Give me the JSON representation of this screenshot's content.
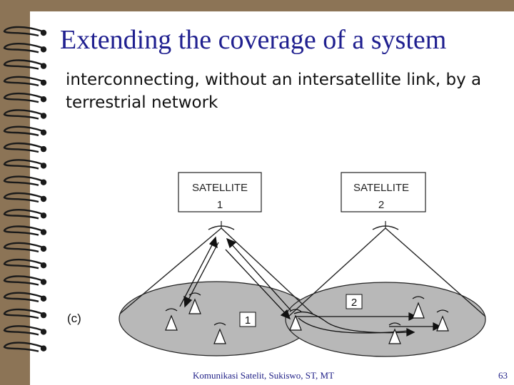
{
  "slide": {
    "title": "Extending the coverage of a system",
    "subtitle": "interconnecting, without an intersatellite link, by a terrestrial network",
    "footer": "Komunikasi Satelit, Sukiswo, ST, MT",
    "page_number": "63"
  },
  "diagram": {
    "panel_label": "(c)",
    "satellites": [
      {
        "label": "SATELLITE",
        "number": "1"
      },
      {
        "label": "SATELLITE",
        "number": "2"
      }
    ],
    "coverage_zones": [
      {
        "number": "1"
      },
      {
        "number": "2"
      }
    ]
  },
  "colors": {
    "background": "#8c7456",
    "slide": "#ffffff",
    "title": "#1f1f8f",
    "zone_fill": "#b8b8b8"
  }
}
